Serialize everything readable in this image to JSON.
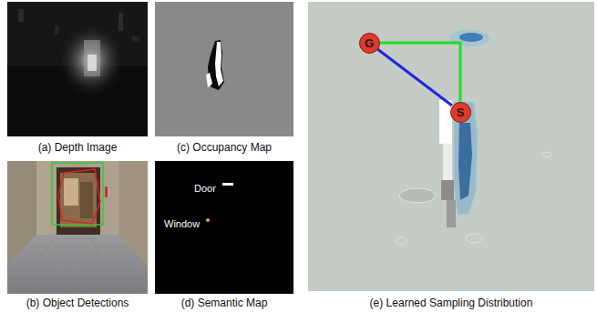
{
  "diagram": {
    "nodes": [
      {
        "text": [
          "G"
        ]
      },
      {
        "text": [
          "S"
        ]
      }
    ],
    "edges": [
      {
        "from": 0,
        "to": 1,
        "arrow": "none"
      },
      {
        "from": 0,
        "to": 1,
        "arrow": "none"
      }
    ],
    "labels": [
      "(a) Depth Image",
      "(b) Object Detections",
      "(c) Occupancy Map",
      "(d) Semantic Map",
      "(e) Learned Sampling Distribution",
      "Door",
      "Window"
    ]
  }
}
